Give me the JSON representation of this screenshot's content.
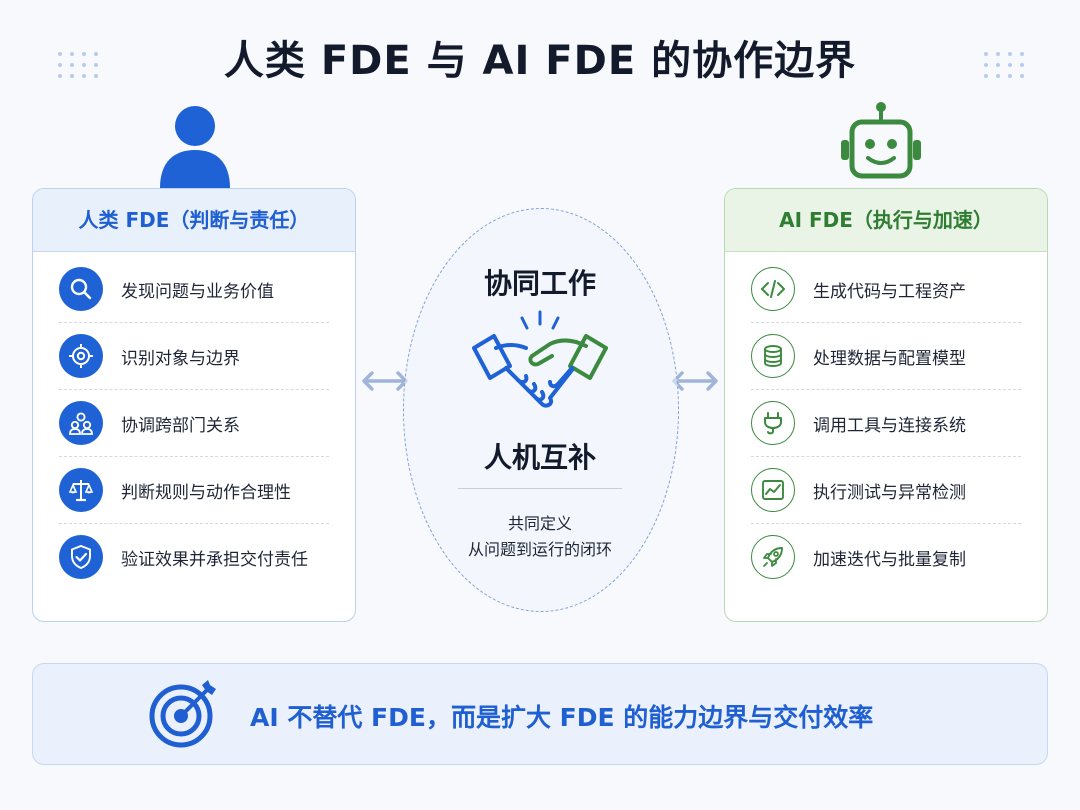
{
  "title": "人类 FDE 与 AI FDE 的协作边界",
  "colors": {
    "human_blue": "#1e62d6",
    "ai_green": "#3c8a3f",
    "banner_blue": "#1f5fd1"
  },
  "human_panel": {
    "avatar_icon": "person-icon",
    "title": "人类 FDE（判断与责任）",
    "items": [
      {
        "icon": "search-icon",
        "label": "发现问题与业务价值"
      },
      {
        "icon": "target-icon",
        "label": "识别对象与边界"
      },
      {
        "icon": "people-icon",
        "label": "协调跨部门关系"
      },
      {
        "icon": "scale-icon",
        "label": "判断规则与动作合理性"
      },
      {
        "icon": "shield-check-icon",
        "label": "验证效果并承担交付责任"
      }
    ]
  },
  "center": {
    "top_title": "协同工作",
    "icon": "handshake-icon",
    "bottom_title": "人机互补",
    "sub_line_1": "共同定义",
    "sub_line_2": "从问题到运行的闭环"
  },
  "ai_panel": {
    "avatar_icon": "robot-icon",
    "title": "AI FDE（执行与加速）",
    "items": [
      {
        "icon": "code-icon",
        "label": "生成代码与工程资产"
      },
      {
        "icon": "database-icon",
        "label": "处理数据与配置模型"
      },
      {
        "icon": "plug-icon",
        "label": "调用工具与连接系统"
      },
      {
        "icon": "chart-line-icon",
        "label": "执行测试与异常检测"
      },
      {
        "icon": "rocket-icon",
        "label": "加速迭代与批量复制"
      }
    ]
  },
  "banner": {
    "icon": "target-arrow-icon",
    "text": "AI 不替代 FDE，而是扩大 FDE 的能力边界与交付效率"
  }
}
